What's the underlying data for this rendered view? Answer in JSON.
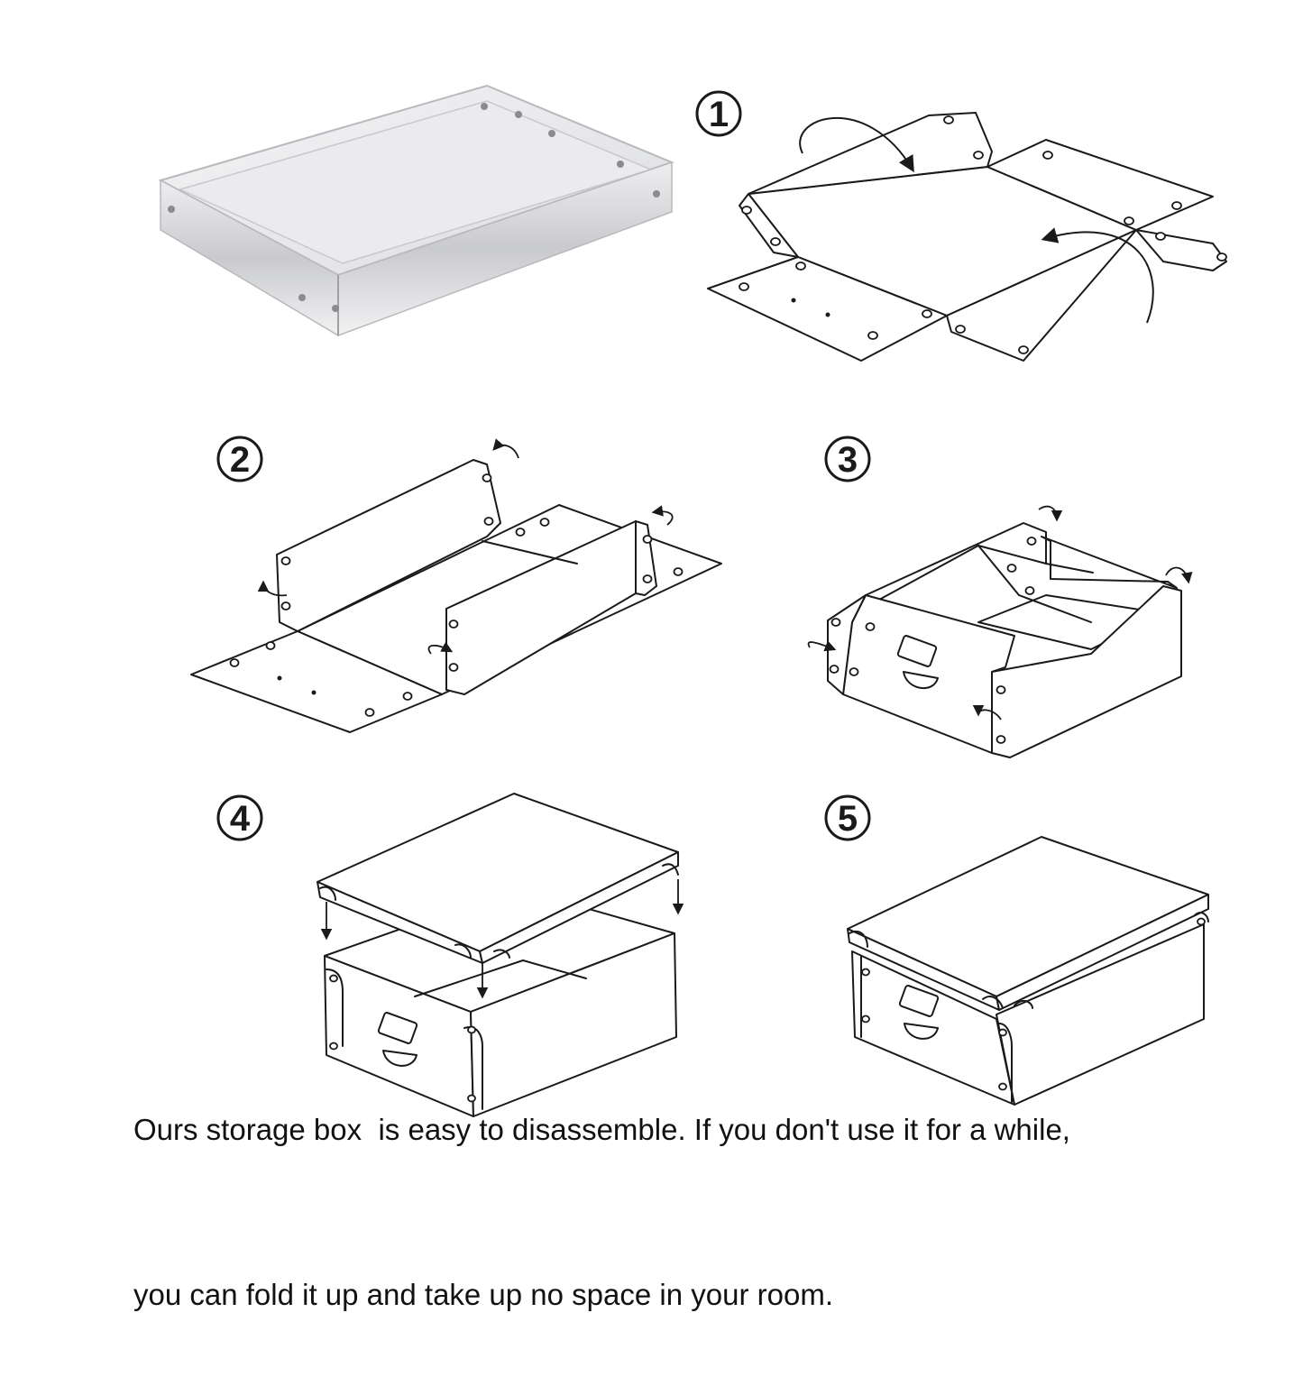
{
  "steps": [
    {
      "label": "1"
    },
    {
      "label": "2"
    },
    {
      "label": "3"
    },
    {
      "label": "4"
    },
    {
      "label": "5"
    }
  ],
  "caption": {
    "line1": "Ours storage box  is easy to disassemble. If you don't use it for a while,",
    "line2": "you can fold it up and take up no space in your room."
  },
  "colors": {
    "line": "#1a1a1a",
    "tray_silver": "#d9dadc",
    "background": "#ffffff"
  }
}
